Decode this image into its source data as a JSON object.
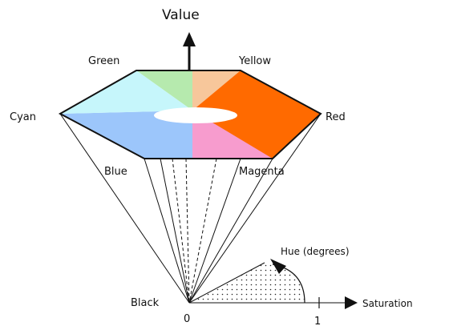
{
  "diagram": {
    "value_label": "Value",
    "vertices": {
      "green": "Green",
      "yellow": "Yellow",
      "cyan": "Cyan",
      "red": "Red",
      "blue": "Blue",
      "magenta": "Magenta",
      "black": "Black"
    },
    "hue_label": "Hue (degrees)",
    "saturation_label": "Saturation",
    "origin_label": "0",
    "unit_label": "1"
  },
  "colors": {
    "green": "#b6eaae",
    "yellow": "#f7c79b",
    "red": "#ff6a00",
    "magenta": "#f79cce",
    "blue": "#9cc6fb",
    "cyan": "#c6f6fb",
    "center": "#ffffff",
    "outline": "#111111"
  }
}
